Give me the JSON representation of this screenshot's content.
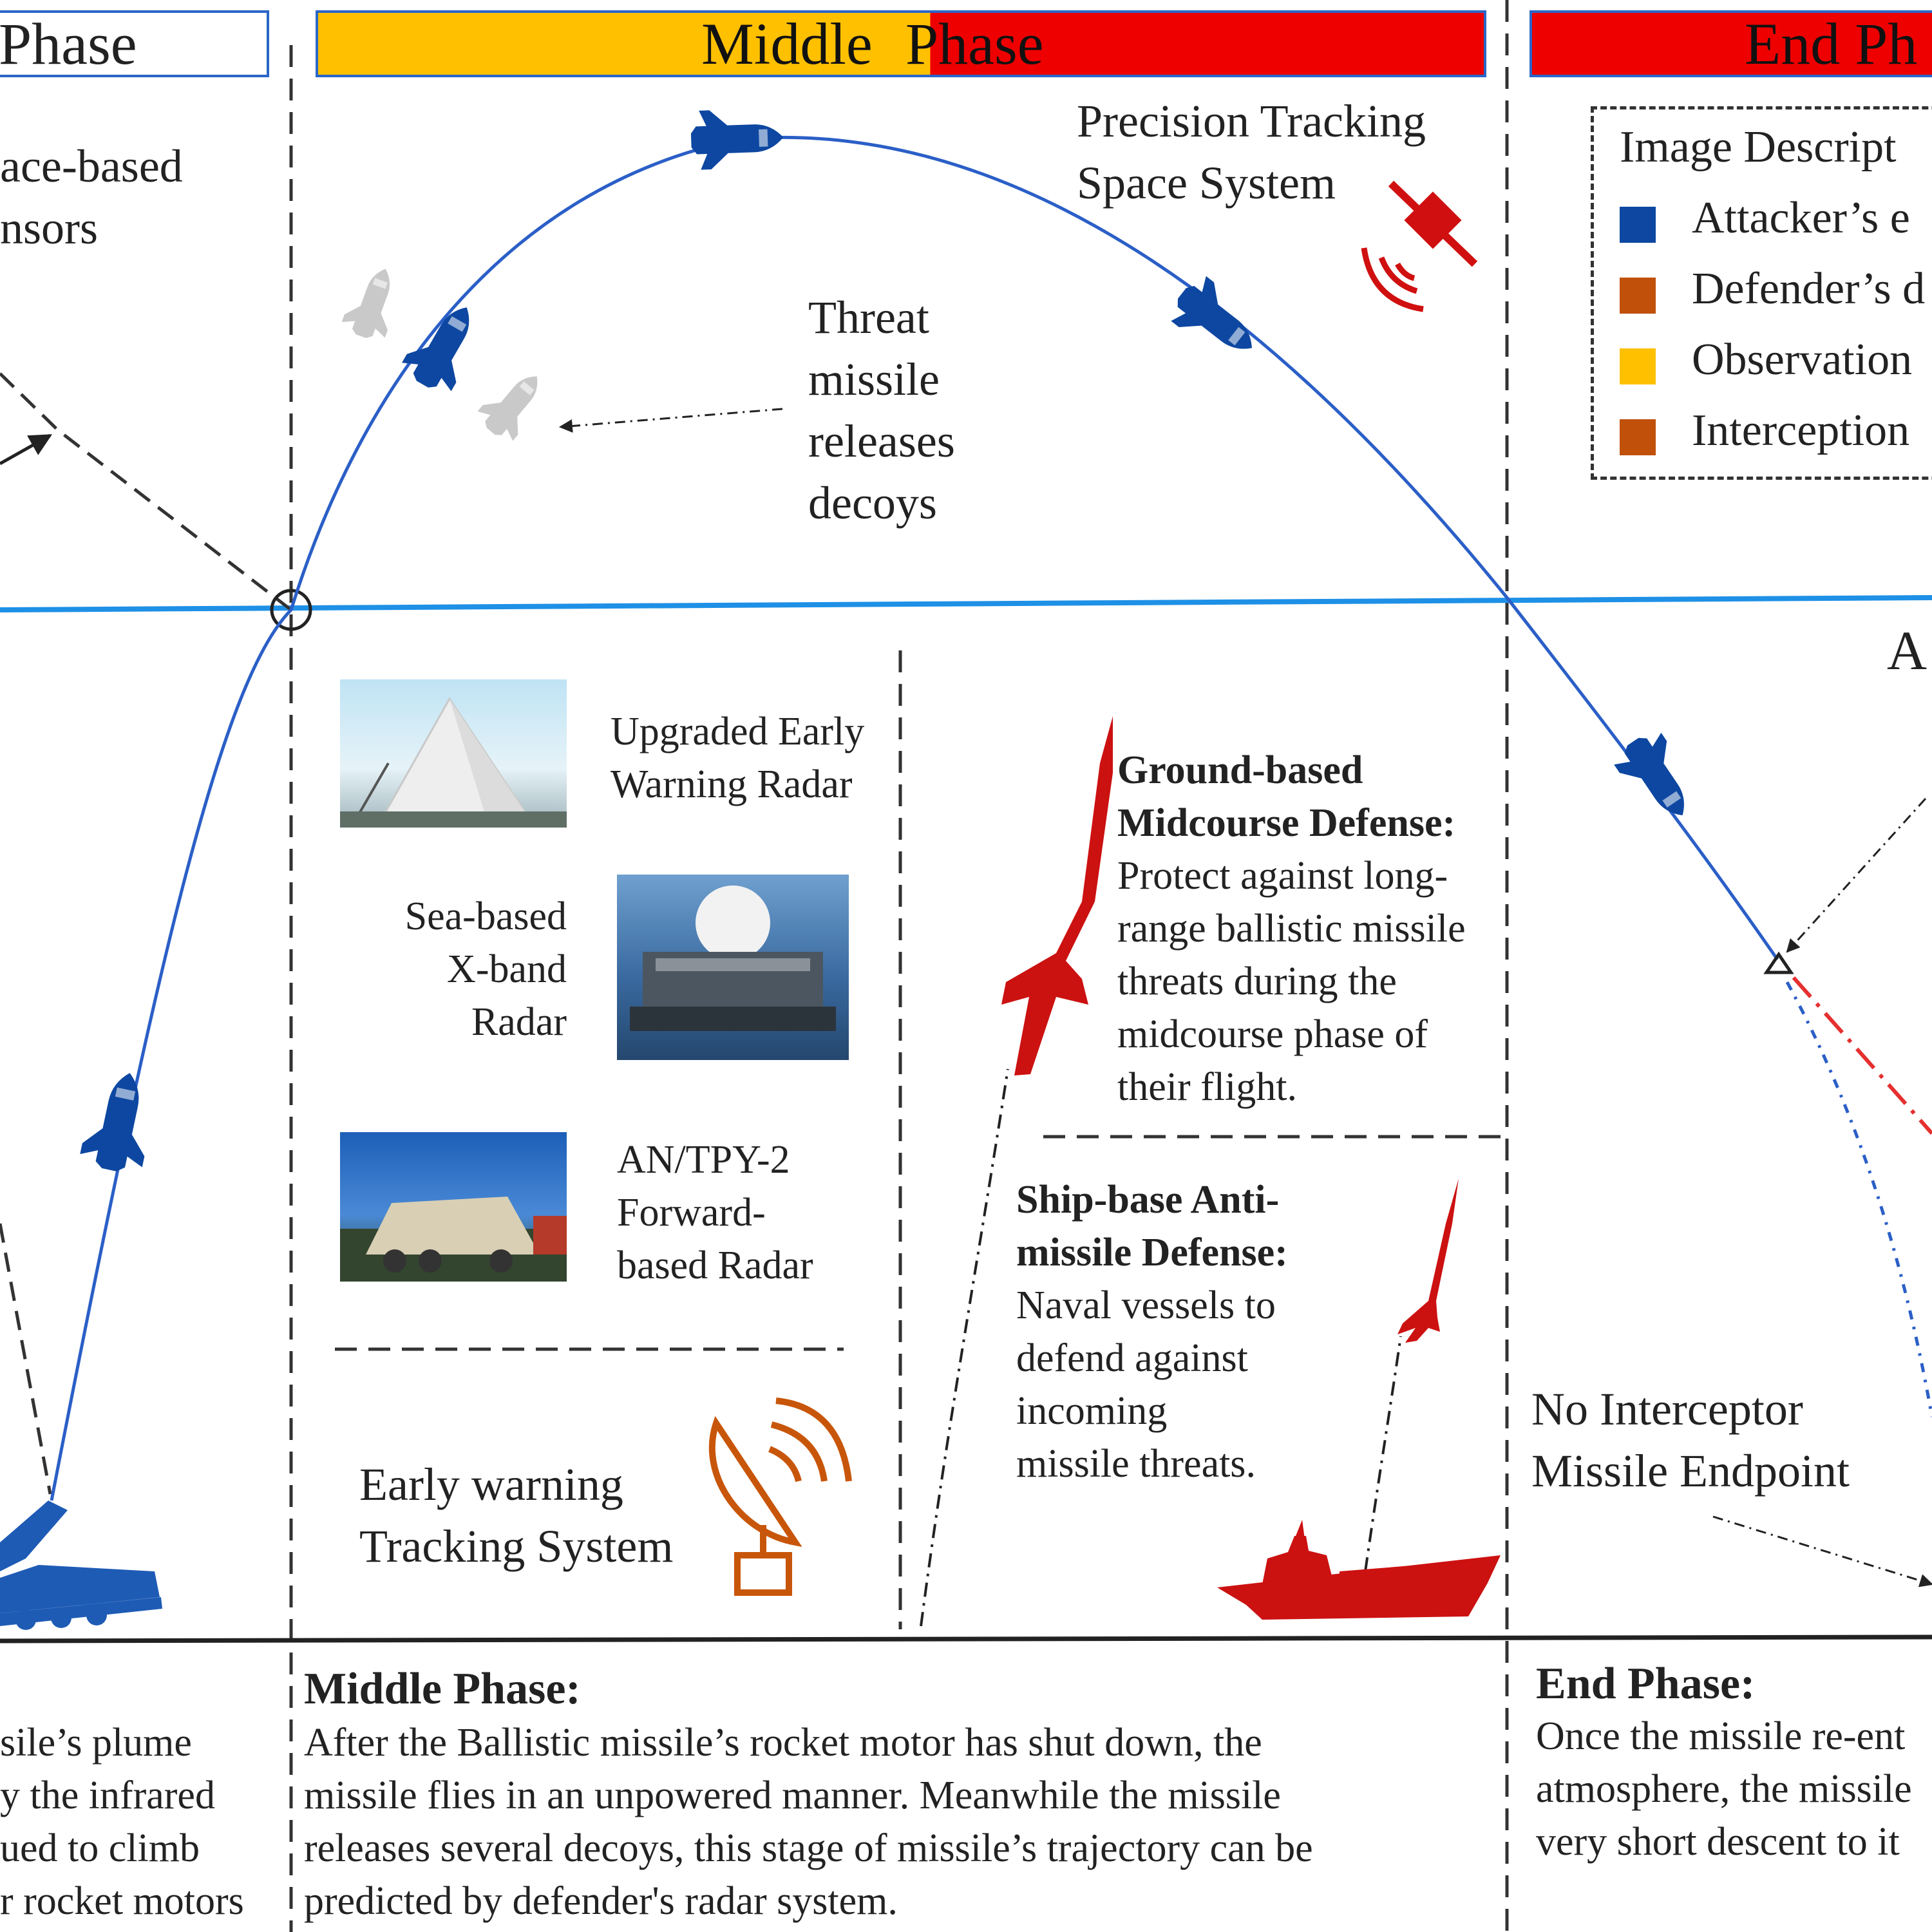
{
  "phases": {
    "boost": {
      "title": "Phase",
      "color": "#ffc000"
    },
    "middle": {
      "title_part1": "Middle",
      "title_part2": "Phase",
      "color1": "#ffc000",
      "color2": "#ee0000"
    },
    "end": {
      "title": "End Ph",
      "color": "#ee0000"
    }
  },
  "labels": {
    "space_sensors": "ace-based\nnsors",
    "precision_tracking": "Precision Tracking\nSpace System",
    "threat_decoys": "Threat\nmissile\nreleases\ndecoys",
    "upgraded_radar": "Upgraded Early\nWarning Radar",
    "sea_xband": "Sea-based\nX-band\nRadar",
    "antpy2": "AN/TPY-2\nForward-\nbased Radar",
    "early_warning": "Early warning\nTracking System",
    "gmd_title": "Ground-based\nMidcourse Defense:",
    "gmd_body": "Protect against long-\nrange ballistic missile\nthreats during the\nmidcourse phase of\ntheir flight.",
    "ship_title": "Ship-base Anti-\nmissile Defense:",
    "ship_body": "Naval vessels to\ndefend against\nincoming\nmissile threats.",
    "no_interceptor": "No Interceptor\nMissile Endpoint",
    "partial_a": "A"
  },
  "legend": {
    "title": "Image Descript",
    "items": [
      {
        "label": "Attacker’s e",
        "color": "#0d47a1"
      },
      {
        "label": "Defender’s d",
        "color": "#c0500a"
      },
      {
        "label": "Observation",
        "color": "#ffc000"
      },
      {
        "label": "Interception",
        "color": "#c0500a"
      }
    ]
  },
  "bottom": {
    "boost_text": "sile’s plume\ny the infrared\nued to climb\nr rocket motors",
    "middle_title": "Middle Phase:",
    "middle_text": "After the Ballistic missile’s rocket motor has shut down, the\nmissile flies in an unpowered manner. Meanwhile the missile\nreleases several decoys, this stage of missile’s trajectory can be\npredicted by defender's radar system.",
    "end_title": "End Phase:",
    "end_text": "Once the missile re-ent\natmosphere, the missile\nvery short descent to it"
  },
  "colors": {
    "attacker": "#0d47a1",
    "defender": "#cc0000",
    "orange": "#c8560a",
    "trajectory": "#2b5fc7",
    "horizon": "#1e90e6"
  }
}
